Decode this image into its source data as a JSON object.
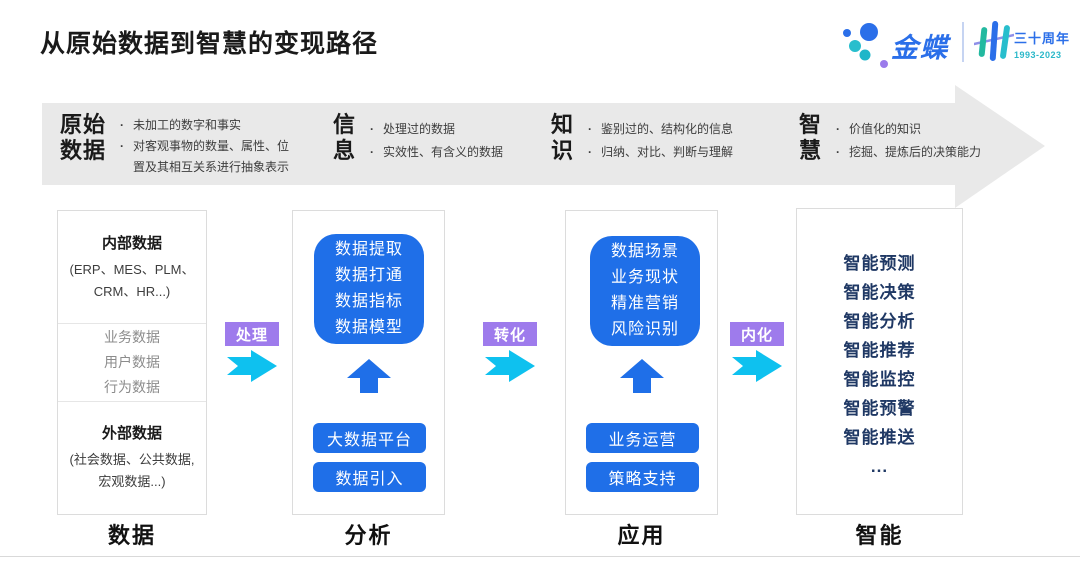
{
  "title": "从原始数据到智慧的变现路径",
  "logo": {
    "brand": "金蝶",
    "anniversary": "三十周年",
    "years": "1993-2023"
  },
  "banner": {
    "stages": [
      {
        "term1": "原始",
        "term2": "数据",
        "points": [
          "未加工的数字和事实",
          "对客观事物的数量、属性、位置及其相互关系进行抽象表示"
        ]
      },
      {
        "term1": "信",
        "term2": "息",
        "points": [
          "处理过的数据",
          "实效性、有含义的数据"
        ]
      },
      {
        "term1": "知",
        "term2": "识",
        "points": [
          "鉴别过的、结构化的信息",
          "归纳、对比、判断与理解"
        ]
      },
      {
        "term1": "智",
        "term2": "慧",
        "points": [
          "价值化的知识",
          "挖掘、提炼后的决策能力"
        ]
      }
    ]
  },
  "connectors": [
    {
      "label": "处理"
    },
    {
      "label": "转化"
    },
    {
      "label": "内化"
    }
  ],
  "columns": [
    {
      "label": "数据",
      "internal_title": "内部数据",
      "internal_sub": "(ERP、MES、PLM、CRM、HR...)",
      "middle_items": [
        "业务数据",
        "用户数据",
        "行为数据"
      ],
      "external_title": "外部数据",
      "external_sub": "(社会数据、公共数据, 宏观数据...)"
    },
    {
      "label": "分析",
      "box_lines": [
        "数据提取",
        "数据打通",
        "数据指标",
        "数据模型"
      ],
      "buttons": [
        "大数据平台",
        "数据引入"
      ]
    },
    {
      "label": "应用",
      "box_lines": [
        "数据场景",
        "业务现状",
        "精准营销",
        "风险识别"
      ],
      "buttons": [
        "业务运营",
        "策略支持"
      ]
    },
    {
      "label": "智能",
      "items": [
        "智能预测",
        "智能决策",
        "智能分析",
        "智能推荐",
        "智能监控",
        "智能预警",
        "智能推送",
        "..."
      ]
    }
  ],
  "colors": {
    "primary_blue": "#1F6FE8",
    "navy_text": "#1F3864",
    "purple_label": "#9E7BEC",
    "cyan_arrow": "#0EC1EF",
    "banner_gray": "#E9E9E9",
    "border_gray": "#DCDCDC",
    "muted_text": "#8C8C8C",
    "brand_blue": "#2B6FE9",
    "brand_teal": "#2BB8C9"
  }
}
